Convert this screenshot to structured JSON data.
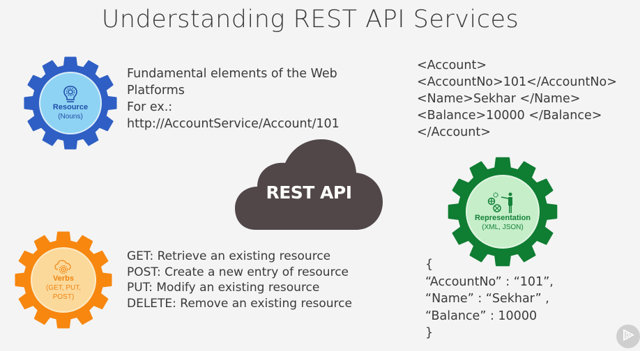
{
  "title": "Understanding REST API Services",
  "colors": {
    "resource_gear": "#2f5fc4",
    "resource_inner": "#8fd3f4",
    "resource_text": "#1f4ea8",
    "verbs_gear": "#f7870f",
    "verbs_inner": "#fbd99b",
    "verbs_text": "#ef8411",
    "representation_gear": "#0f7d32",
    "representation_inner": "#c5eec9",
    "representation_text": "#16823a",
    "cloud": "#514749"
  },
  "resource": {
    "icon": "gear-bulb-icon",
    "label": "Resource",
    "sublabel": "(Nouns)",
    "description": [
      "Fundamental elements of the Web",
      "Platforms",
      "For ex.:",
      "http://AccountService/Account/101"
    ]
  },
  "verbs": {
    "icon": "cloud-gear-icon",
    "label": "Verbs",
    "sublabel_lines": [
      "(GET, PUT,",
      "POST)"
    ],
    "items": [
      {
        "verb": "GET",
        "desc": ": Retrieve an existing resource"
      },
      {
        "verb": "POST",
        "desc": ": Create a new entry of resource"
      },
      {
        "verb": "PUT",
        "desc": ": Modify an existing resource"
      },
      {
        "verb": "DELETE",
        "desc": ": Remove an existing resource"
      }
    ]
  },
  "center": {
    "icon": "cloud-icon",
    "label": "REST API"
  },
  "representation": {
    "icon": "gears-presenter-icon",
    "label": "Representation",
    "sublabel": "(XML, JSON)",
    "xml_lines": [
      "<Account>",
      "<AccountNo>101</AccountNo>",
      "<Name>Sekhar </Name>",
      "<Balance>10000 </Balance>",
      "</Account>"
    ],
    "json_lines": [
      "{",
      "“AccountNo” : “101”,",
      "“Name” : “Sekhar” ,",
      "“Balance” : 10000",
      "}"
    ]
  },
  "player": {
    "icon": "play-logo-icon"
  }
}
